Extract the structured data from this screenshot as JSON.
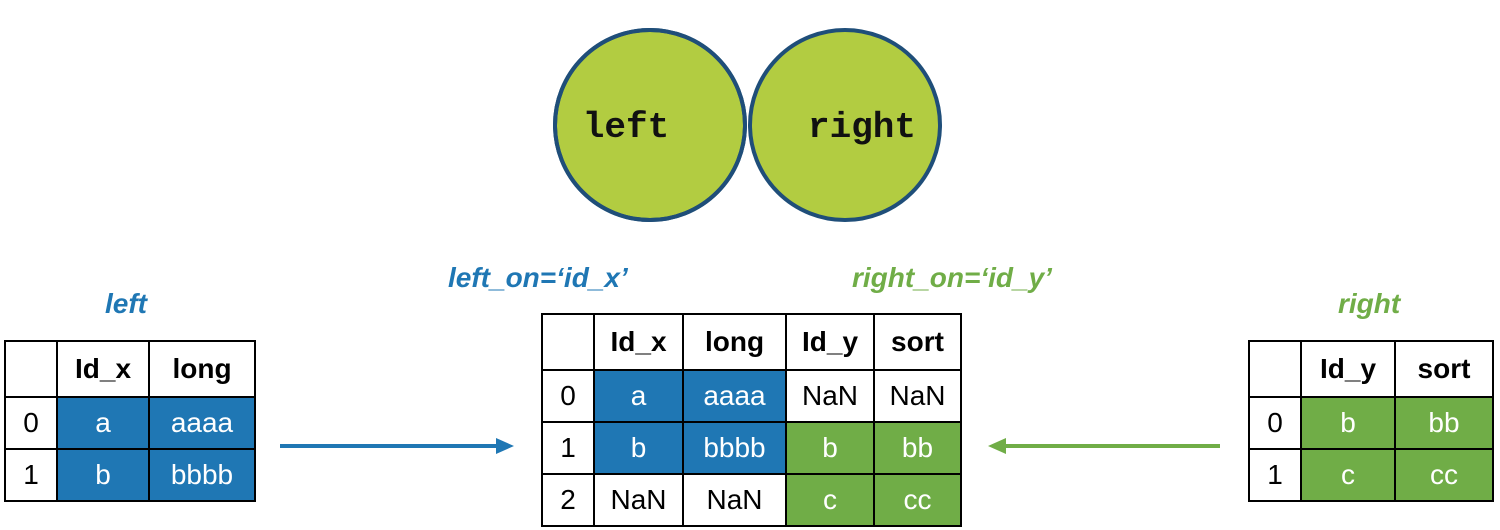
{
  "venn": {
    "left_label": "left",
    "right_label": "right",
    "fill_color": "#b2cc41",
    "stroke_color": "#1f4e79"
  },
  "captions": {
    "left_table": "left",
    "right_table": "right",
    "left_on": "left_on=‘id_x’",
    "right_on": "right_on=‘id_y’"
  },
  "left_table": {
    "columns": [
      "",
      "Id_x",
      "long"
    ],
    "rows": [
      [
        "0",
        "a",
        "aaaa"
      ],
      [
        "1",
        "b",
        "bbbb"
      ]
    ]
  },
  "result_table": {
    "columns": [
      "",
      "Id_x",
      "long",
      "Id_y",
      "sort"
    ],
    "rows": [
      [
        "0",
        "a",
        "aaaa",
        "NaN",
        "NaN"
      ],
      [
        "1",
        "b",
        "bbbb",
        "b",
        "bb"
      ],
      [
        "2",
        "NaN",
        "NaN",
        "c",
        "cc"
      ]
    ]
  },
  "right_table": {
    "columns": [
      "",
      "Id_y",
      "sort"
    ],
    "rows": [
      [
        "0",
        "b",
        "bb"
      ],
      [
        "1",
        "c",
        "cc"
      ]
    ]
  },
  "colors": {
    "blue": "#1f77b4",
    "green": "#70ad47"
  }
}
